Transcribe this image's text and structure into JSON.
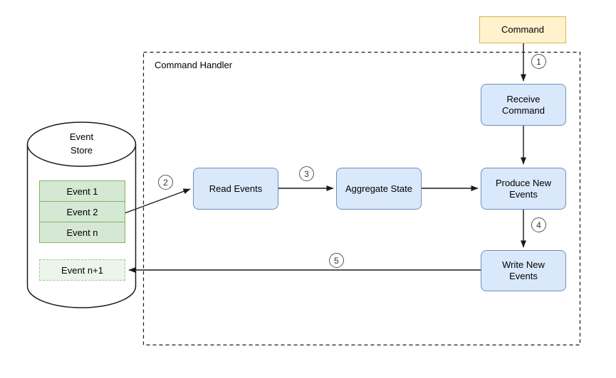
{
  "handler": {
    "label": "Command Handler"
  },
  "nodes": {
    "command": "Command",
    "receive_command": "Receive Command",
    "read_events": "Read Events",
    "aggregate_state": "Aggregate State",
    "produce_new_events": "Produce New Events",
    "write_new_events": "Write New Events"
  },
  "event_store": {
    "label": "Event Store",
    "events": [
      "Event 1",
      "Event 2",
      "Event n"
    ],
    "pending_event": "Event n+1"
  },
  "steps": [
    "1",
    "2",
    "3",
    "4",
    "5"
  ],
  "colors": {
    "command_fill": "#FFF2CC",
    "command_border": "#D6B656",
    "process_fill": "#DAE8FC",
    "process_border": "#6C8EBF",
    "event_fill": "#D5E8D4",
    "event_border": "#82B366",
    "line": "#1A1A1A"
  }
}
